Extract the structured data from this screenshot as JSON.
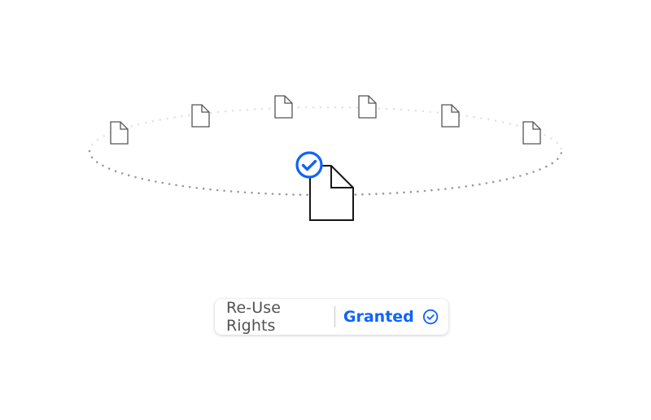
{
  "illustration": {
    "orbit_documents_count": 6,
    "featured_document": {
      "badge": "checkmark-icon",
      "badge_color": "#0f62fe"
    }
  },
  "status": {
    "label": "Re-Use Rights",
    "value": "Granted",
    "icon": "check-circle-icon",
    "accent_color": "#0f62fe"
  }
}
